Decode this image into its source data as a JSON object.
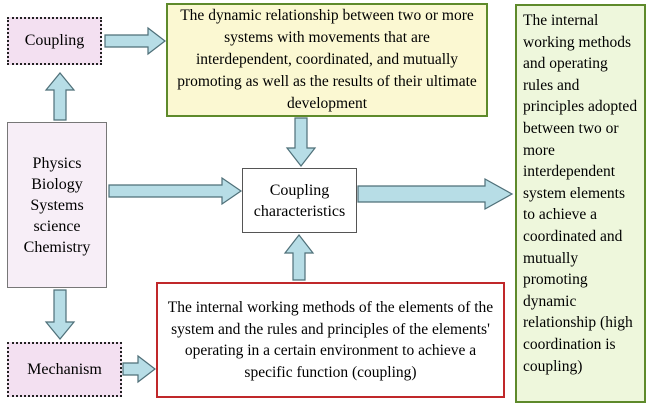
{
  "nodes": {
    "coupling": "Coupling",
    "mechanism": "Mechanism",
    "fields": [
      "Physics",
      "Biology",
      "Systems",
      "science",
      "Chemistry"
    ],
    "coupling_definition": "The dynamic relationship between two or more systems with movements that are interdependent, coordinated, and mutually promoting as well as the results of their ultimate development",
    "coupling_characteristics": "Coupling characteristics",
    "mechanism_definition": "The internal working methods of the elements of the system and the rules and principles of the elements' operating in a certain environment to achieve a specific function (coupling)",
    "coupling_mechanism_definition": "The internal working methods and operating rules and principles adopted between two or more interdependent system elements to achieve a coordinated and mutually promoting dynamic relationship (high coordination is coupling)"
  },
  "colors": {
    "arrow_fill": "#b7dde6",
    "arrow_stroke": "#4e6f78",
    "term_box": "#f3e0f1",
    "definition_box": "#fbf8d2",
    "green_border": "#5e8a2b",
    "red_border": "#c0282a"
  }
}
